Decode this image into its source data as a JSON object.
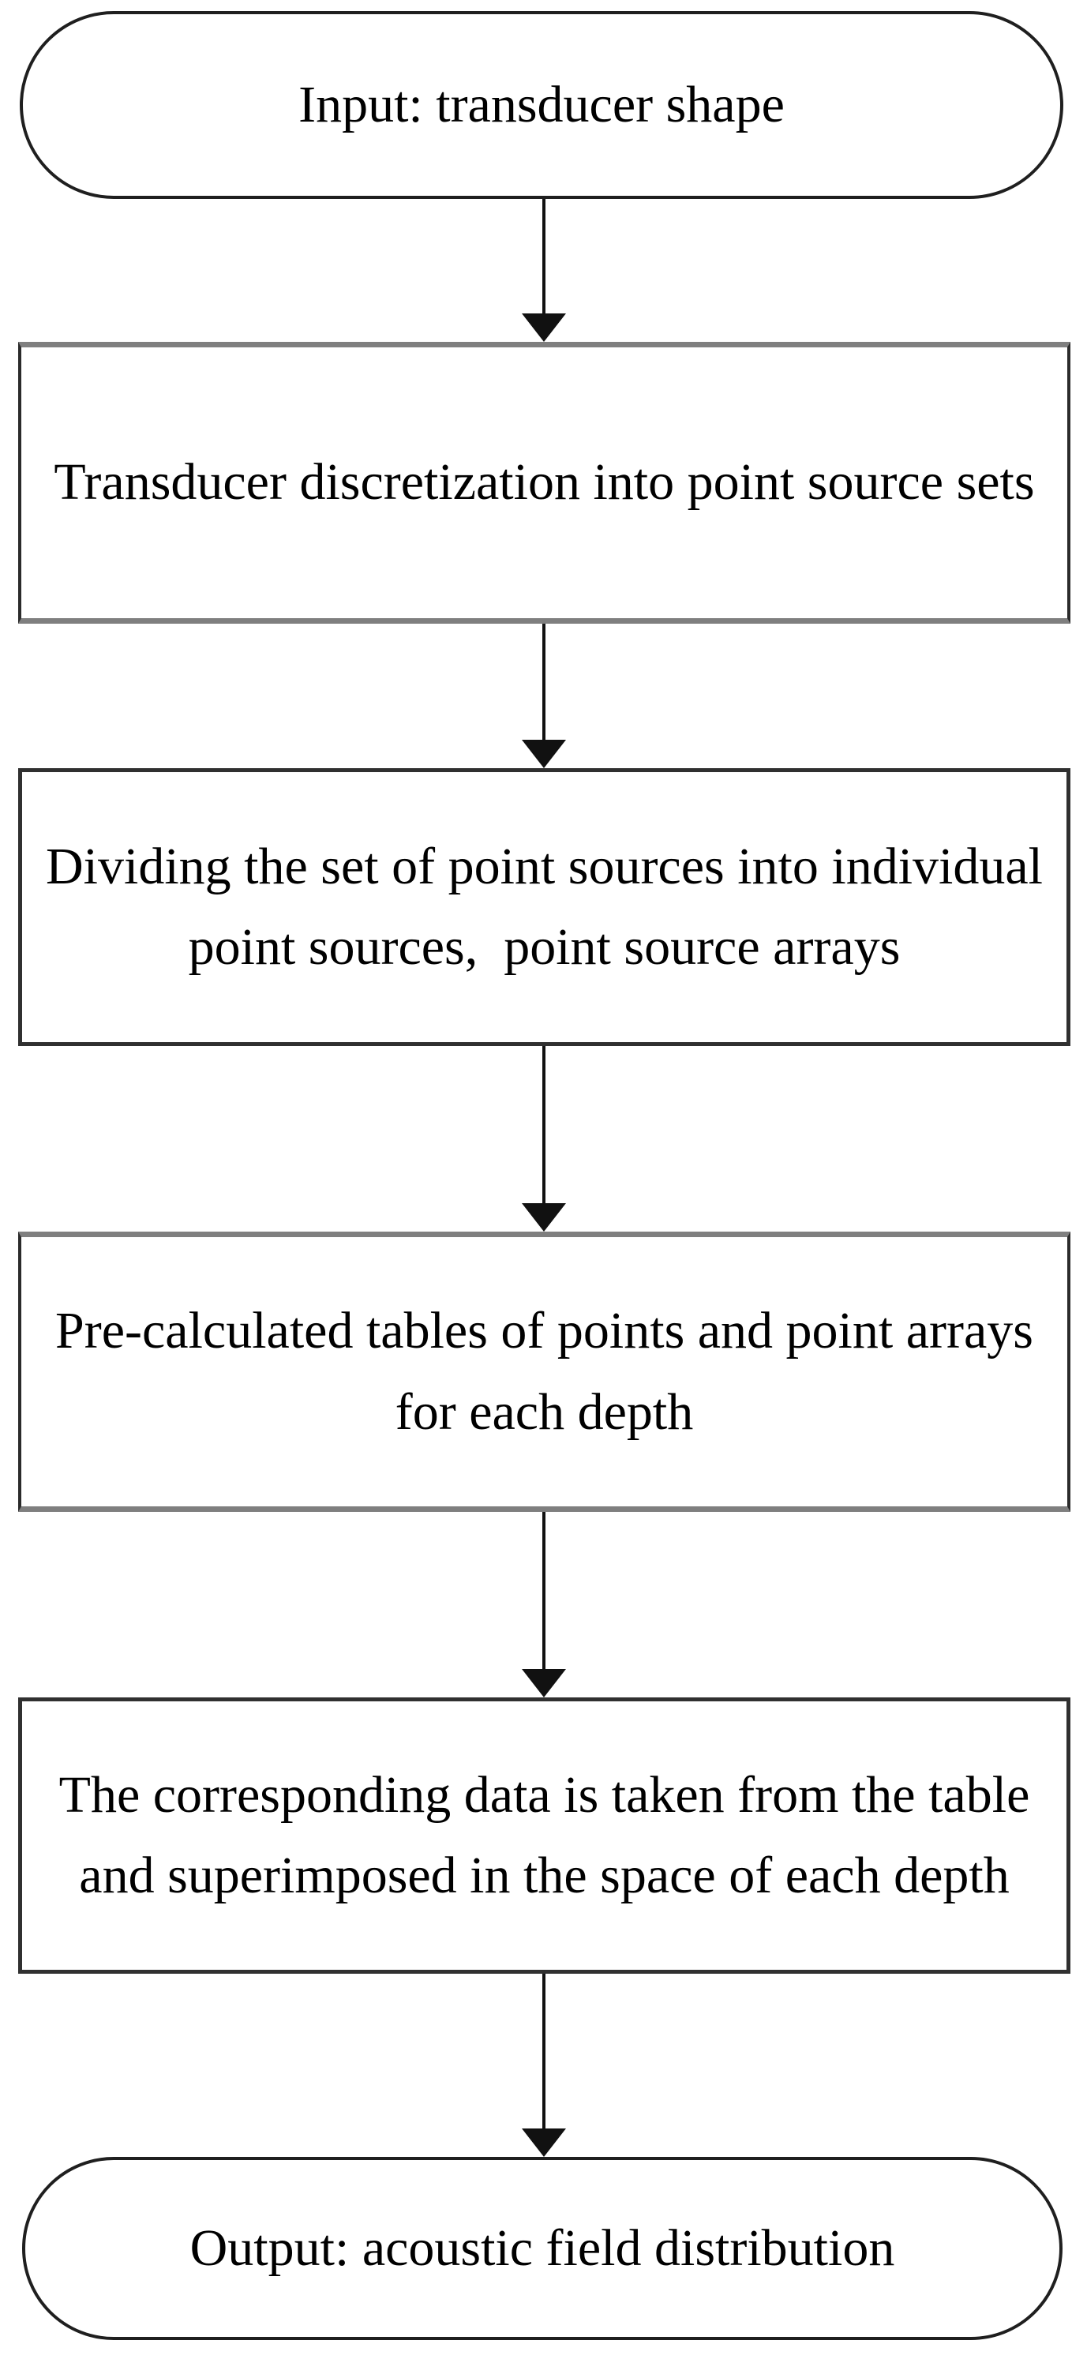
{
  "diagram": {
    "type": "flowchart",
    "direction": "top-to-bottom",
    "colors": {
      "background": "#ffffff",
      "text": "#000000",
      "terminator_border": "#1f1f1f",
      "process_border_dark": "#303030",
      "process_border_gray": "#7f7f7f",
      "arrow": "#111111"
    },
    "nodes": [
      {
        "id": "input",
        "type": "terminator",
        "lines": [
          "Input: transducer shape"
        ]
      },
      {
        "id": "discretization",
        "type": "process",
        "lines": [
          "Transducer discretization into point source sets"
        ]
      },
      {
        "id": "dividing",
        "type": "process",
        "lines": [
          "Dividing the set of point sources into individual",
          "point sources,  point source arrays"
        ]
      },
      {
        "id": "tables",
        "type": "process",
        "lines": [
          "Pre-calculated tables of points and point arrays",
          "for each depth"
        ]
      },
      {
        "id": "superimpose",
        "type": "process",
        "lines": [
          "The corresponding data is taken from the table",
          "and superimposed in the space of each depth"
        ]
      },
      {
        "id": "output",
        "type": "terminator",
        "lines": [
          "Output: acoustic field distribution"
        ]
      }
    ],
    "edges": [
      {
        "from": "input",
        "to": "discretization",
        "style": "solid-arrow-down"
      },
      {
        "from": "discretization",
        "to": "dividing",
        "style": "solid-arrow-down"
      },
      {
        "from": "dividing",
        "to": "tables",
        "style": "solid-arrow-down"
      },
      {
        "from": "tables",
        "to": "superimpose",
        "style": "solid-arrow-down"
      },
      {
        "from": "superimpose",
        "to": "output",
        "style": "solid-arrow-down"
      }
    ]
  }
}
